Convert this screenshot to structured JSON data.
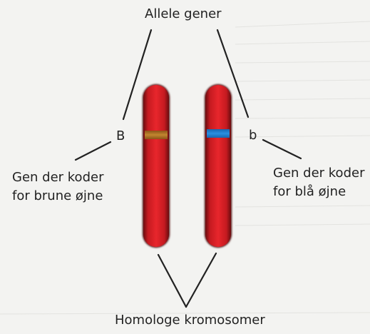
{
  "labels": {
    "allele_genes": "Allele gener",
    "allele_B": "B",
    "allele_b": "b",
    "left_gene_line1": "Gen der koder",
    "left_gene_line2": "for brune øjne",
    "right_gene_line1": "Gen der koder",
    "right_gene_line2": "for blå øjne",
    "homologous": "Homologe kromosomer"
  },
  "colors": {
    "chromosome_red": "#d41e24",
    "chromosome_dark": "#5a0a0c",
    "band_brown": "#b8782a",
    "band_blue": "#1f7ed0",
    "line": "#222222",
    "background": "#f3f3f1"
  }
}
